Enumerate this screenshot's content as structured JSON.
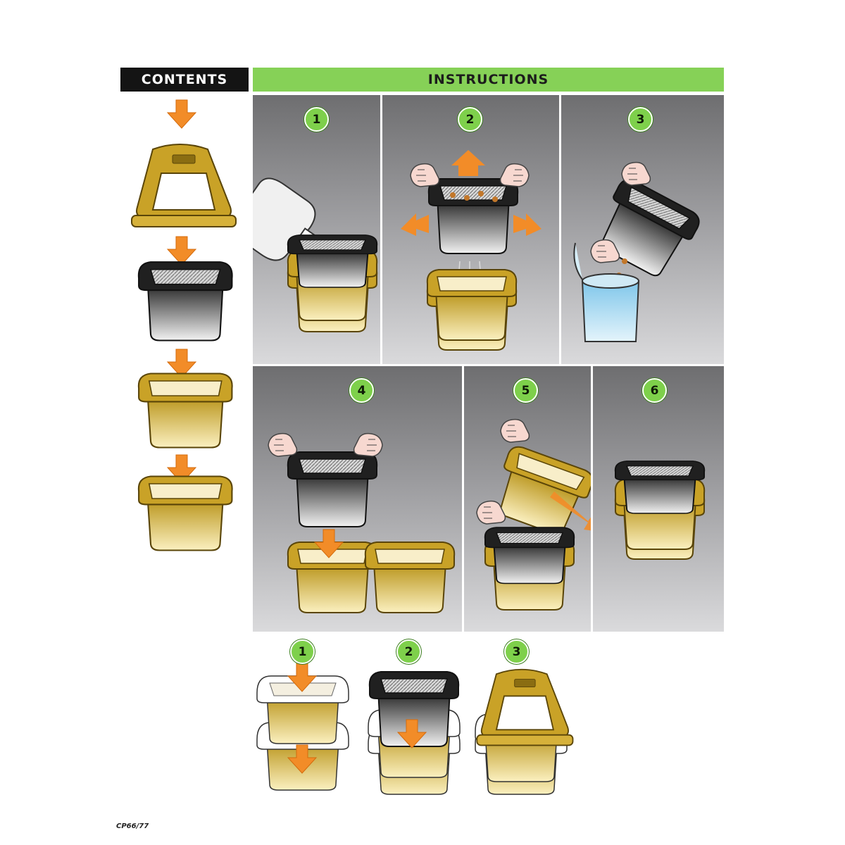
{
  "header": {
    "contents": "CONTENTS",
    "instructions": "INSTRUCTIONS"
  },
  "steps": [
    {
      "label": "1"
    },
    {
      "label": "2"
    },
    {
      "label": "3"
    },
    {
      "label": "4"
    },
    {
      "label": "5"
    },
    {
      "label": "6"
    }
  ],
  "assembly_steps": [
    {
      "label": "1"
    },
    {
      "label": "2"
    },
    {
      "label": "3"
    }
  ],
  "footer": {
    "code": "CP66/77"
  },
  "colors": {
    "gold": "#c9a227",
    "orange": "#f28c28",
    "green": "#86d157",
    "charcoal": "#1e1e1e",
    "blue": "#a9d8f0"
  }
}
